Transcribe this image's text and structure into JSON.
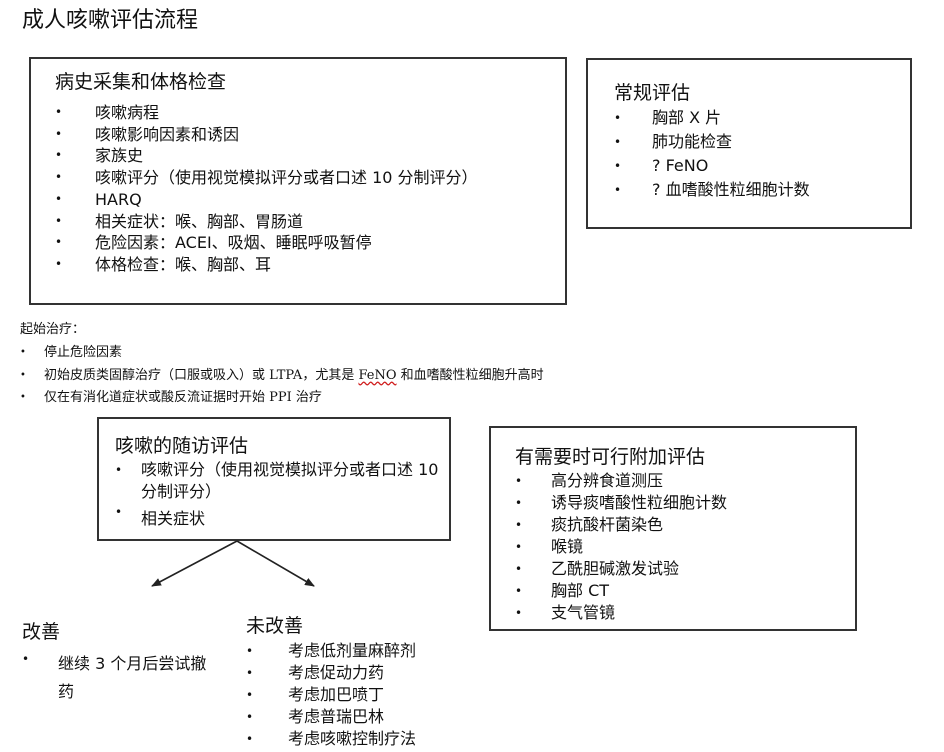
{
  "title": "成人咳嗽评估流程",
  "history_box": {
    "title": "病史采集和体格检查",
    "items": [
      "咳嗽病程",
      "咳嗽影响因素和诱因",
      "家族史",
      "咳嗽评分（使用视觉模拟评分或者口述 10 分制评分）",
      "HARQ",
      "相关症状：喉、胸部、胃肠道",
      "危险因素：ACEI、吸烟、睡眠呼吸暂停",
      "体格检查：喉、胸部、耳"
    ]
  },
  "routine_box": {
    "title": "常规评估",
    "items": [
      "胸部 X 片",
      "肺功能检查",
      "? FeNO",
      "? 血嗜酸性粒细胞计数"
    ]
  },
  "initial_treatment": {
    "heading": "起始治疗：",
    "item1": "停止危险因素",
    "item2_a": "初始皮质类固醇治疗（口服或吸入）或 LTPA，尤其是 ",
    "item2_b": "FeNO",
    "item2_c": " 和血嗜酸性粒细胞升高时",
    "item3": "仅在有消化道症状或酸反流证据时开始 PPI 治疗"
  },
  "followup_box": {
    "title": "咳嗽的随访评估",
    "items": [
      "咳嗽评分（使用视觉模拟评分或者口述 10 分制评分）",
      "相关症状"
    ]
  },
  "additional_box": {
    "title": "有需要时可行附加评估",
    "items": [
      "高分辨食道测压",
      "诱导痰嗜酸性粒细胞计数",
      "痰抗酸杆菌染色",
      "喉镜",
      "乙酰胆碱激发试验",
      "胸部 CT",
      "支气管镜"
    ]
  },
  "improved": {
    "title": "改善",
    "items": [
      "继续 3 个月后尝试撤药"
    ]
  },
  "not_improved": {
    "title": "未改善",
    "items": [
      "考虑低剂量麻醉剂",
      "考虑促动力药",
      "考虑加巴喷丁",
      "考虑普瑞巴林",
      "考虑咳嗽控制疗法"
    ]
  },
  "bullet": "•",
  "colors": {
    "border": "#333333",
    "text": "#111111",
    "squiggle": "#d02020"
  }
}
